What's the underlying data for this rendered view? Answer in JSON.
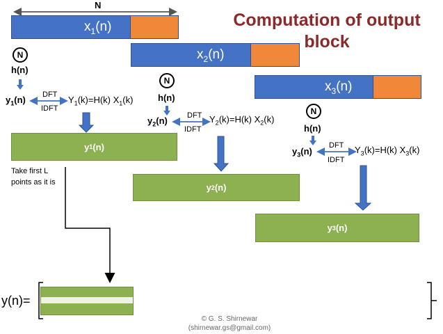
{
  "title": {
    "line1": "Computation  of output",
    "line2": "block"
  },
  "block_length": "N",
  "blocks": [
    {
      "x_name": "x",
      "x_sub": "1",
      "x_arg": "(n)",
      "n_label": "N",
      "h_label": "h(n)",
      "y_name": "y",
      "y_sub": "1",
      "y_arg": "(n)",
      "dft": "DFT",
      "idft": "IDFT",
      "freq_prefix": "Y",
      "freq_sub": "1",
      "freq_mid": "(k)=H(k) X",
      "freq_sub2": "1",
      "freq_end": "(k)",
      "out_name": "y",
      "out_sub": "1",
      "out_arg": "(n)"
    },
    {
      "x_name": "x",
      "x_sub": "2",
      "x_arg": "(n)",
      "n_label": "N",
      "h_label": "h(n)",
      "y_name": "y",
      "y_sub": "2",
      "y_arg": "(n)",
      "dft": "DFT",
      "idft": "IDFT",
      "freq_prefix": "Y",
      "freq_sub": "2",
      "freq_mid": "(k)=H(k) X",
      "freq_sub2": "2",
      "freq_end": "(k)",
      "out_name": "y",
      "out_sub": "2",
      "out_arg": "(n)"
    },
    {
      "x_name": "x",
      "x_sub": "3",
      "x_arg": "(n)",
      "n_label": "N",
      "h_label": "h(n)",
      "y_name": "y",
      "y_sub": "3",
      "y_arg": "(n)",
      "dft": "DFT",
      "idft": "IDFT",
      "freq_prefix": "Y",
      "freq_sub": "3",
      "freq_mid": "(k)=H(k) X",
      "freq_sub2": "3",
      "freq_end": "(k)",
      "out_name": "y",
      "out_sub": "3",
      "out_arg": "(n)"
    }
  ],
  "note": {
    "line1": "Take first L",
    "line2": "points as it is"
  },
  "output_label": "y(n)=",
  "copyright": {
    "line1": "© G. S. Shirnewar",
    "line2": "(shirnewar.gs@gmail.com)"
  },
  "colors": {
    "title": "#8b2a2a",
    "input_block": "#4472c4",
    "overlap": "#f0883a",
    "output_block": "#8db151",
    "arrow": "#4472c4"
  }
}
